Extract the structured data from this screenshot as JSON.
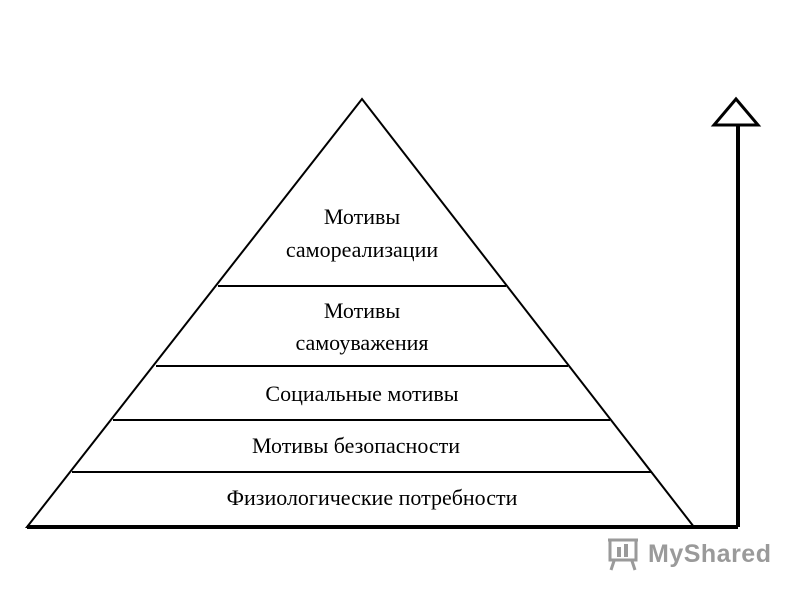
{
  "pyramid": {
    "levels": [
      {
        "lines": [
          "Мотивы",
          "самореализации"
        ]
      },
      {
        "lines": [
          "Мотивы",
          "самоуважения"
        ]
      },
      {
        "lines": [
          "Социальные мотивы"
        ]
      },
      {
        "lines": [
          "Мотивы безопасности"
        ]
      },
      {
        "lines": [
          "Физиологические потребности"
        ]
      }
    ]
  },
  "arrow": {
    "direction": "up"
  },
  "watermark": {
    "text": "MyShared",
    "icon": "presentation-board-icon"
  },
  "colors": {
    "line": "#000000",
    "background": "#ffffff",
    "watermark": "#9a9a9a"
  }
}
